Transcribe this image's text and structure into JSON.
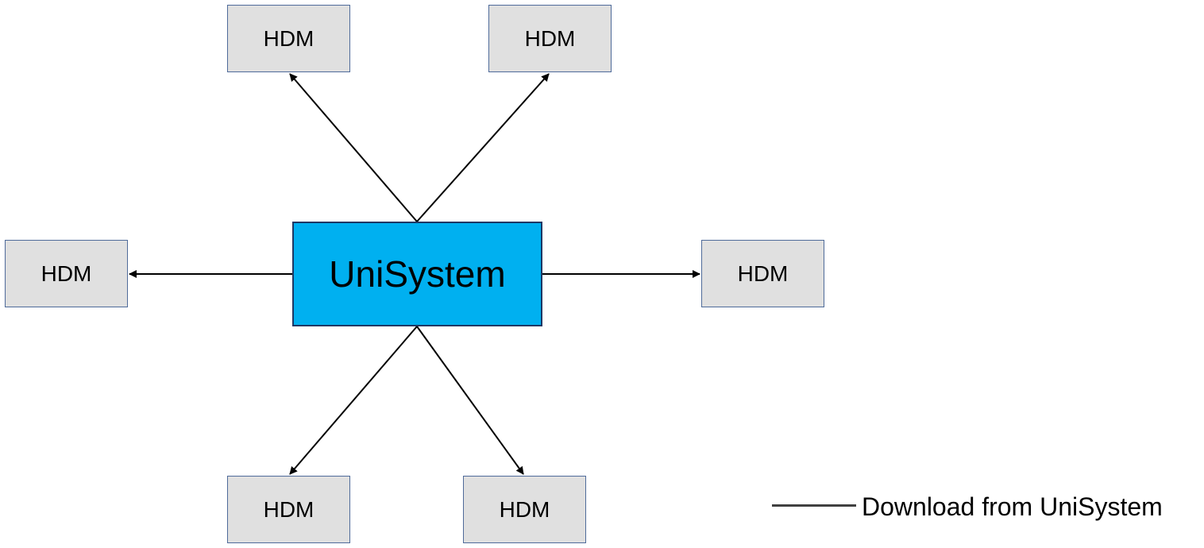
{
  "center": {
    "label": "UniSystem"
  },
  "nodes": [
    {
      "label": "HDM"
    },
    {
      "label": "HDM"
    },
    {
      "label": "HDM"
    },
    {
      "label": "HDM"
    },
    {
      "label": "HDM"
    },
    {
      "label": "HDM"
    }
  ],
  "legend": {
    "label": "Download from UniSystem"
  },
  "colors": {
    "center_fill": "#00b0f0",
    "node_fill": "#e0e0e0",
    "node_border": "#4f6b9a",
    "arrow": "#000000",
    "legend_line": "#404040"
  }
}
